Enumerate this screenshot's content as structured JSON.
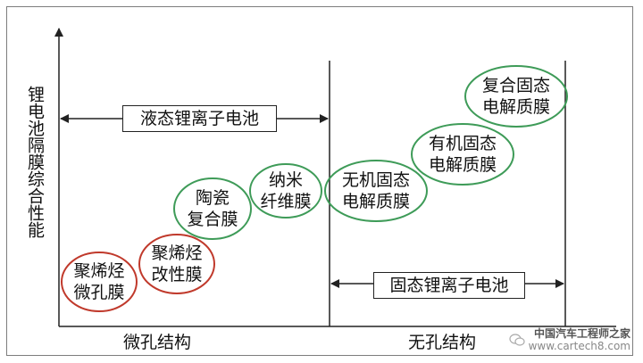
{
  "y_axis_label": "锂电池隔膜综合性能",
  "liquid_battery_label": "液态锂离子电池",
  "solid_battery_label": "固态锂离子电池",
  "x_categories": [
    "微孔结构",
    "无孔结构"
  ],
  "nodes": [
    {
      "id": "pe-micro",
      "text": "聚烯烃\n微孔膜",
      "color": "#c0392b"
    },
    {
      "id": "pe-mod",
      "text": "聚烯烃\n改性膜",
      "color": "#c0392b"
    },
    {
      "id": "ceramic",
      "text": "陶瓷\n复合膜",
      "color": "#3e9b58"
    },
    {
      "id": "nano",
      "text": "纳米\n纤维膜",
      "color": "#3e9b58"
    },
    {
      "id": "inorganic",
      "text": "无机固态\n电解质膜",
      "color": "#3e9b58"
    },
    {
      "id": "organic",
      "text": "有机固态\n电解质膜",
      "color": "#3e9b58"
    },
    {
      "id": "composite",
      "text": "复合固态\n电解质膜",
      "color": "#3e9b58"
    }
  ],
  "watermark": {
    "title": "中国汽车工程师之家",
    "url": "www.cartech8.com",
    "icon": "wechat-icon"
  }
}
